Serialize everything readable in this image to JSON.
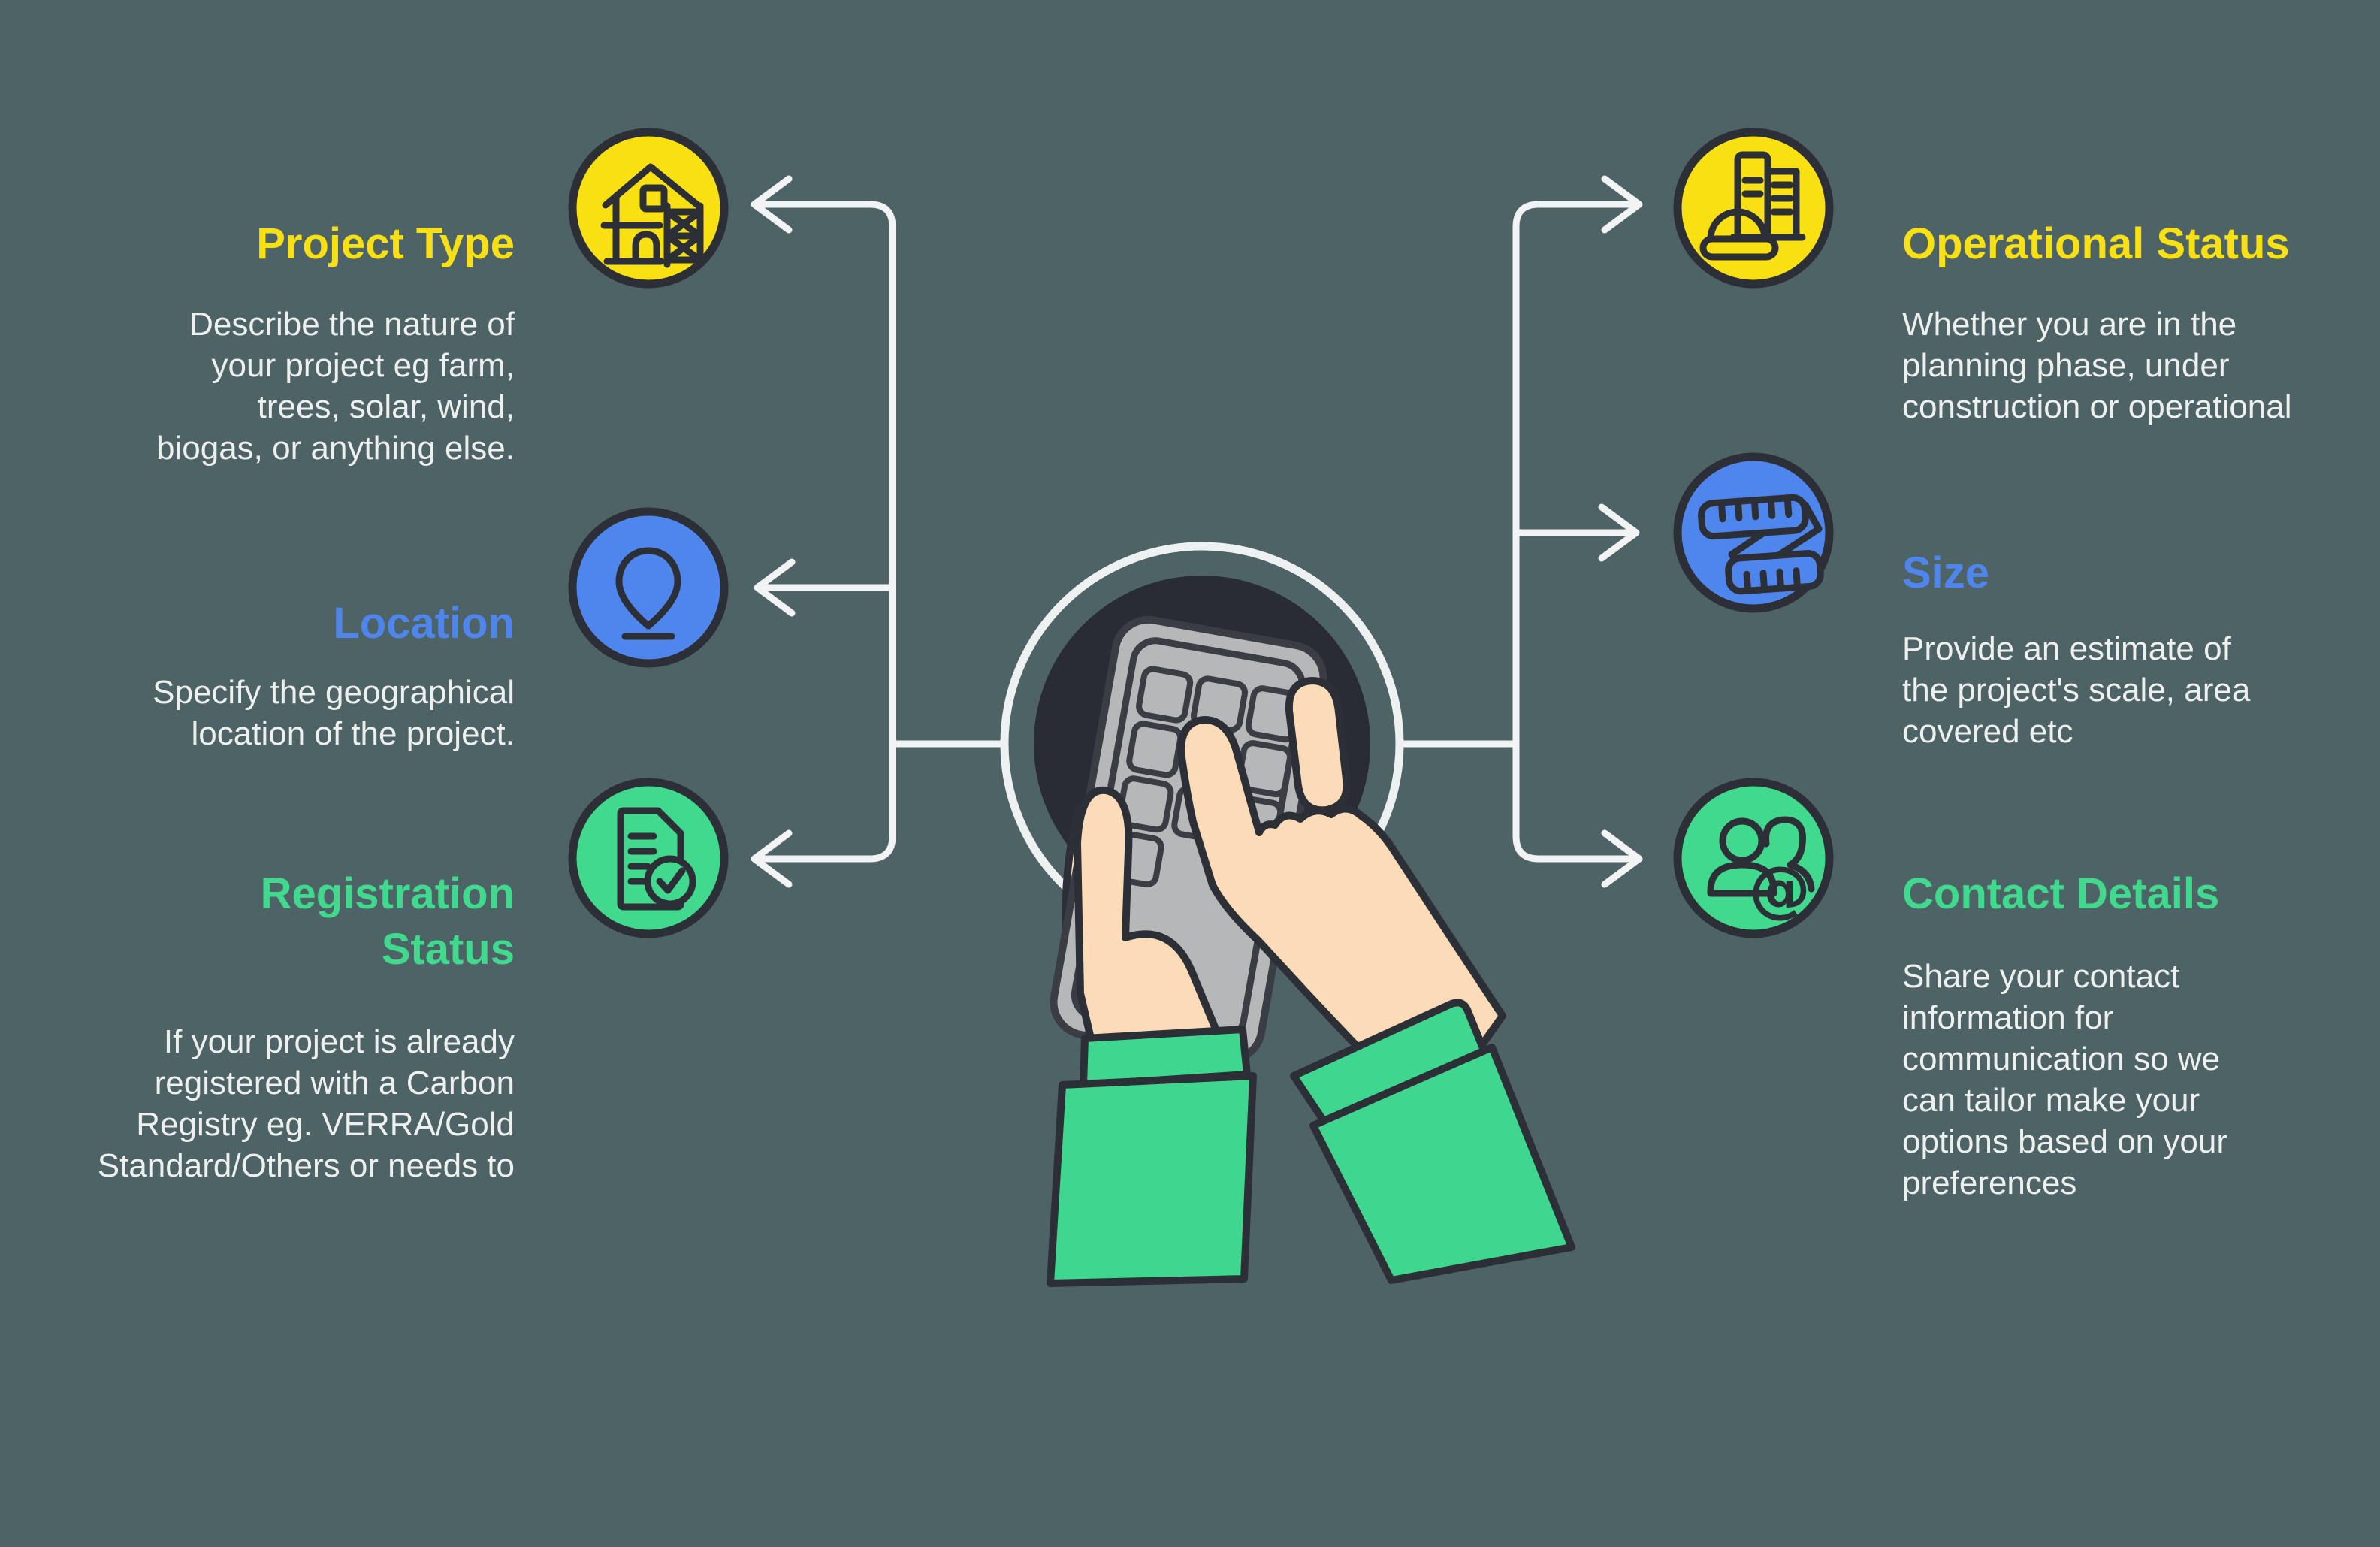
{
  "palette": {
    "bg": "#4d6366",
    "outline": "#2c3036",
    "line": "#f1f3f4",
    "text": "#eef0ef",
    "yellow": "#f8e013",
    "blue": "#4f86ee",
    "green": "#41d98e",
    "skin": "#fcdcb8",
    "device": "#b5b7b9",
    "device_stroke": "#3a3d43",
    "dark_circle": "#292d33",
    "ring": "#eef1f2",
    "sleeve": "#3fd68f"
  },
  "center": {
    "illustration": "hands-holding-keypad-device"
  },
  "left_items": [
    {
      "title": "Project Type",
      "title_lines": [
        "Project Type"
      ],
      "color": "#f8e013",
      "icon": "house-construction-icon",
      "lines": [
        "Describe the nature of",
        "your project eg farm,",
        "trees, solar, wind,",
        "biogas, or anything else."
      ]
    },
    {
      "title": "Location",
      "title_lines": [
        "Location"
      ],
      "color": "#4f86ee",
      "icon": "map-pin-icon",
      "lines": [
        "Specify the geographical",
        "location of the project."
      ]
    },
    {
      "title": "Registration Status",
      "title_lines": [
        "Registration",
        "Status"
      ],
      "color": "#41d98e",
      "icon": "document-check-icon",
      "lines": [
        "If your project is already",
        "registered with a Carbon",
        "Registry eg. VERRA/Gold",
        "Standard/Others or needs to"
      ]
    }
  ],
  "right_items": [
    {
      "title": "Operational Status",
      "title_lines": [
        "Operational Status"
      ],
      "color": "#f8e013",
      "icon": "building-hardhat-icon",
      "lines": [
        "Whether you are in the",
        "planning phase, under",
        "construction or operational"
      ]
    },
    {
      "title": "Size",
      "title_lines": [
        "Size"
      ],
      "color": "#4f86ee",
      "icon": "measuring-tape-icon",
      "lines": [
        "Provide an estimate of",
        "the project's scale, area",
        "covered etc"
      ]
    },
    {
      "title": "Contact Details",
      "title_lines": [
        "Contact Details"
      ],
      "color": "#41d98e",
      "icon": "people-at-sign-icon",
      "lines": [
        "Share your contact",
        "information for",
        "communication so we",
        "can tailor make your",
        "options based on your",
        "preferences"
      ]
    }
  ]
}
